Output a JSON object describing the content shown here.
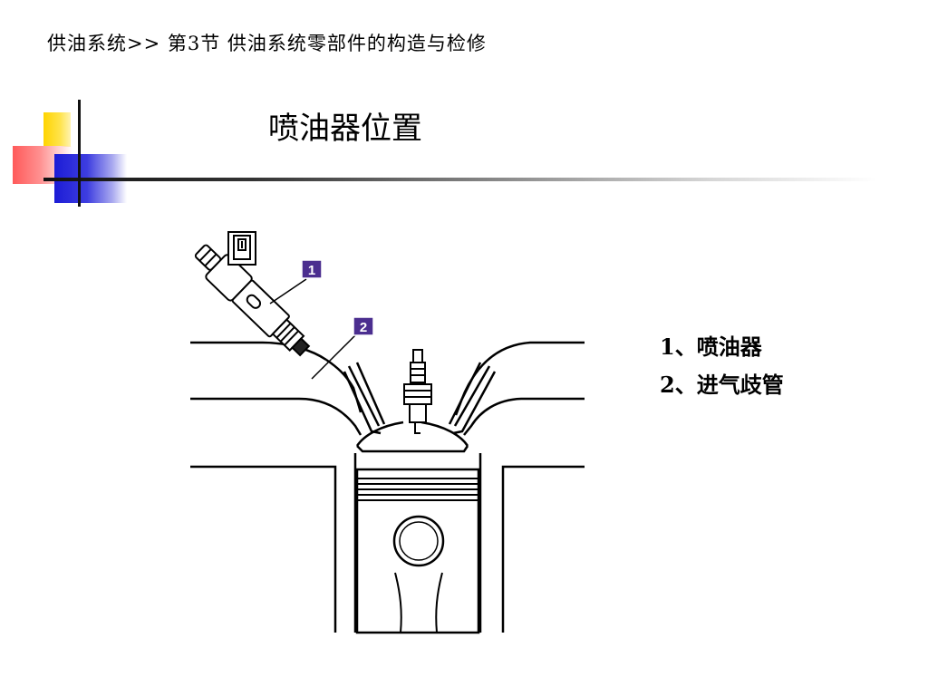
{
  "header": {
    "breadcrumb": "供油系统>> 第3节 供油系统零部件的构造与检修",
    "title": "喷油器位置"
  },
  "diagram": {
    "callout_1": "1",
    "callout_2": "2",
    "callout_color": "#4b2e8f"
  },
  "legend": {
    "items": [
      "1、喷油器",
      "2、进气歧管"
    ]
  }
}
